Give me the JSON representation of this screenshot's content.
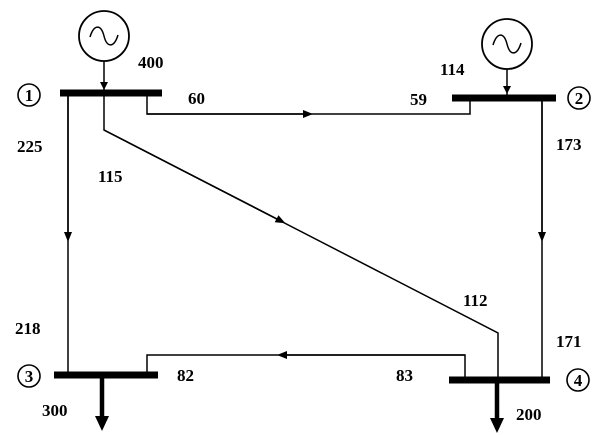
{
  "buses": [
    {
      "id": "bus-1",
      "label": "1"
    },
    {
      "id": "bus-2",
      "label": "2"
    },
    {
      "id": "bus-3",
      "label": "3"
    },
    {
      "id": "bus-4",
      "label": "4"
    }
  ],
  "generators": [
    {
      "id": "gen-1",
      "bus": "1",
      "output": "400",
      "icon": "sine-wave-generator-icon"
    },
    {
      "id": "gen-2",
      "bus": "2",
      "output": "114",
      "icon": "sine-wave-generator-icon"
    }
  ],
  "loads": [
    {
      "id": "load-3",
      "bus": "3",
      "value": "300",
      "icon": "arrow-down-icon"
    },
    {
      "id": "load-4",
      "bus": "4",
      "value": "200",
      "icon": "arrow-down-icon"
    }
  ],
  "lines": [
    {
      "id": "line-1-2",
      "from": "1",
      "to": "2",
      "flow_from": "60",
      "flow_to": "59"
    },
    {
      "id": "line-1-3",
      "from": "1",
      "to": "3",
      "flow_from": "225",
      "flow_to": "218"
    },
    {
      "id": "line-1-4",
      "from": "1",
      "to": "4",
      "flow_from": "115",
      "flow_to": "112"
    },
    {
      "id": "line-2-4",
      "from": "2",
      "to": "4",
      "flow_from": "173",
      "flow_to": "171"
    },
    {
      "id": "line-4-3",
      "from": "4",
      "to": "3",
      "flow_from": "83",
      "flow_to": "82"
    }
  ]
}
